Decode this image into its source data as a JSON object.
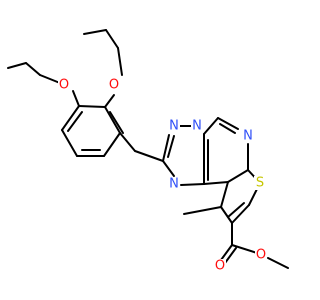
{
  "molecule": {
    "atoms": [
      {
        "symbol": "O",
        "color": "#ff0d0d"
      },
      {
        "symbol": "O",
        "color": "#ff0d0d"
      },
      {
        "symbol": "N",
        "color": "#3050f8"
      },
      {
        "symbol": "N",
        "color": "#3050f8"
      },
      {
        "symbol": "N",
        "color": "#3050f8"
      },
      {
        "symbol": "N",
        "color": "#3050f8"
      },
      {
        "symbol": "S",
        "color": "#c6c600"
      },
      {
        "symbol": "O",
        "color": "#ff0d0d"
      },
      {
        "symbol": "O",
        "color": "#ff0d0d"
      }
    ]
  }
}
